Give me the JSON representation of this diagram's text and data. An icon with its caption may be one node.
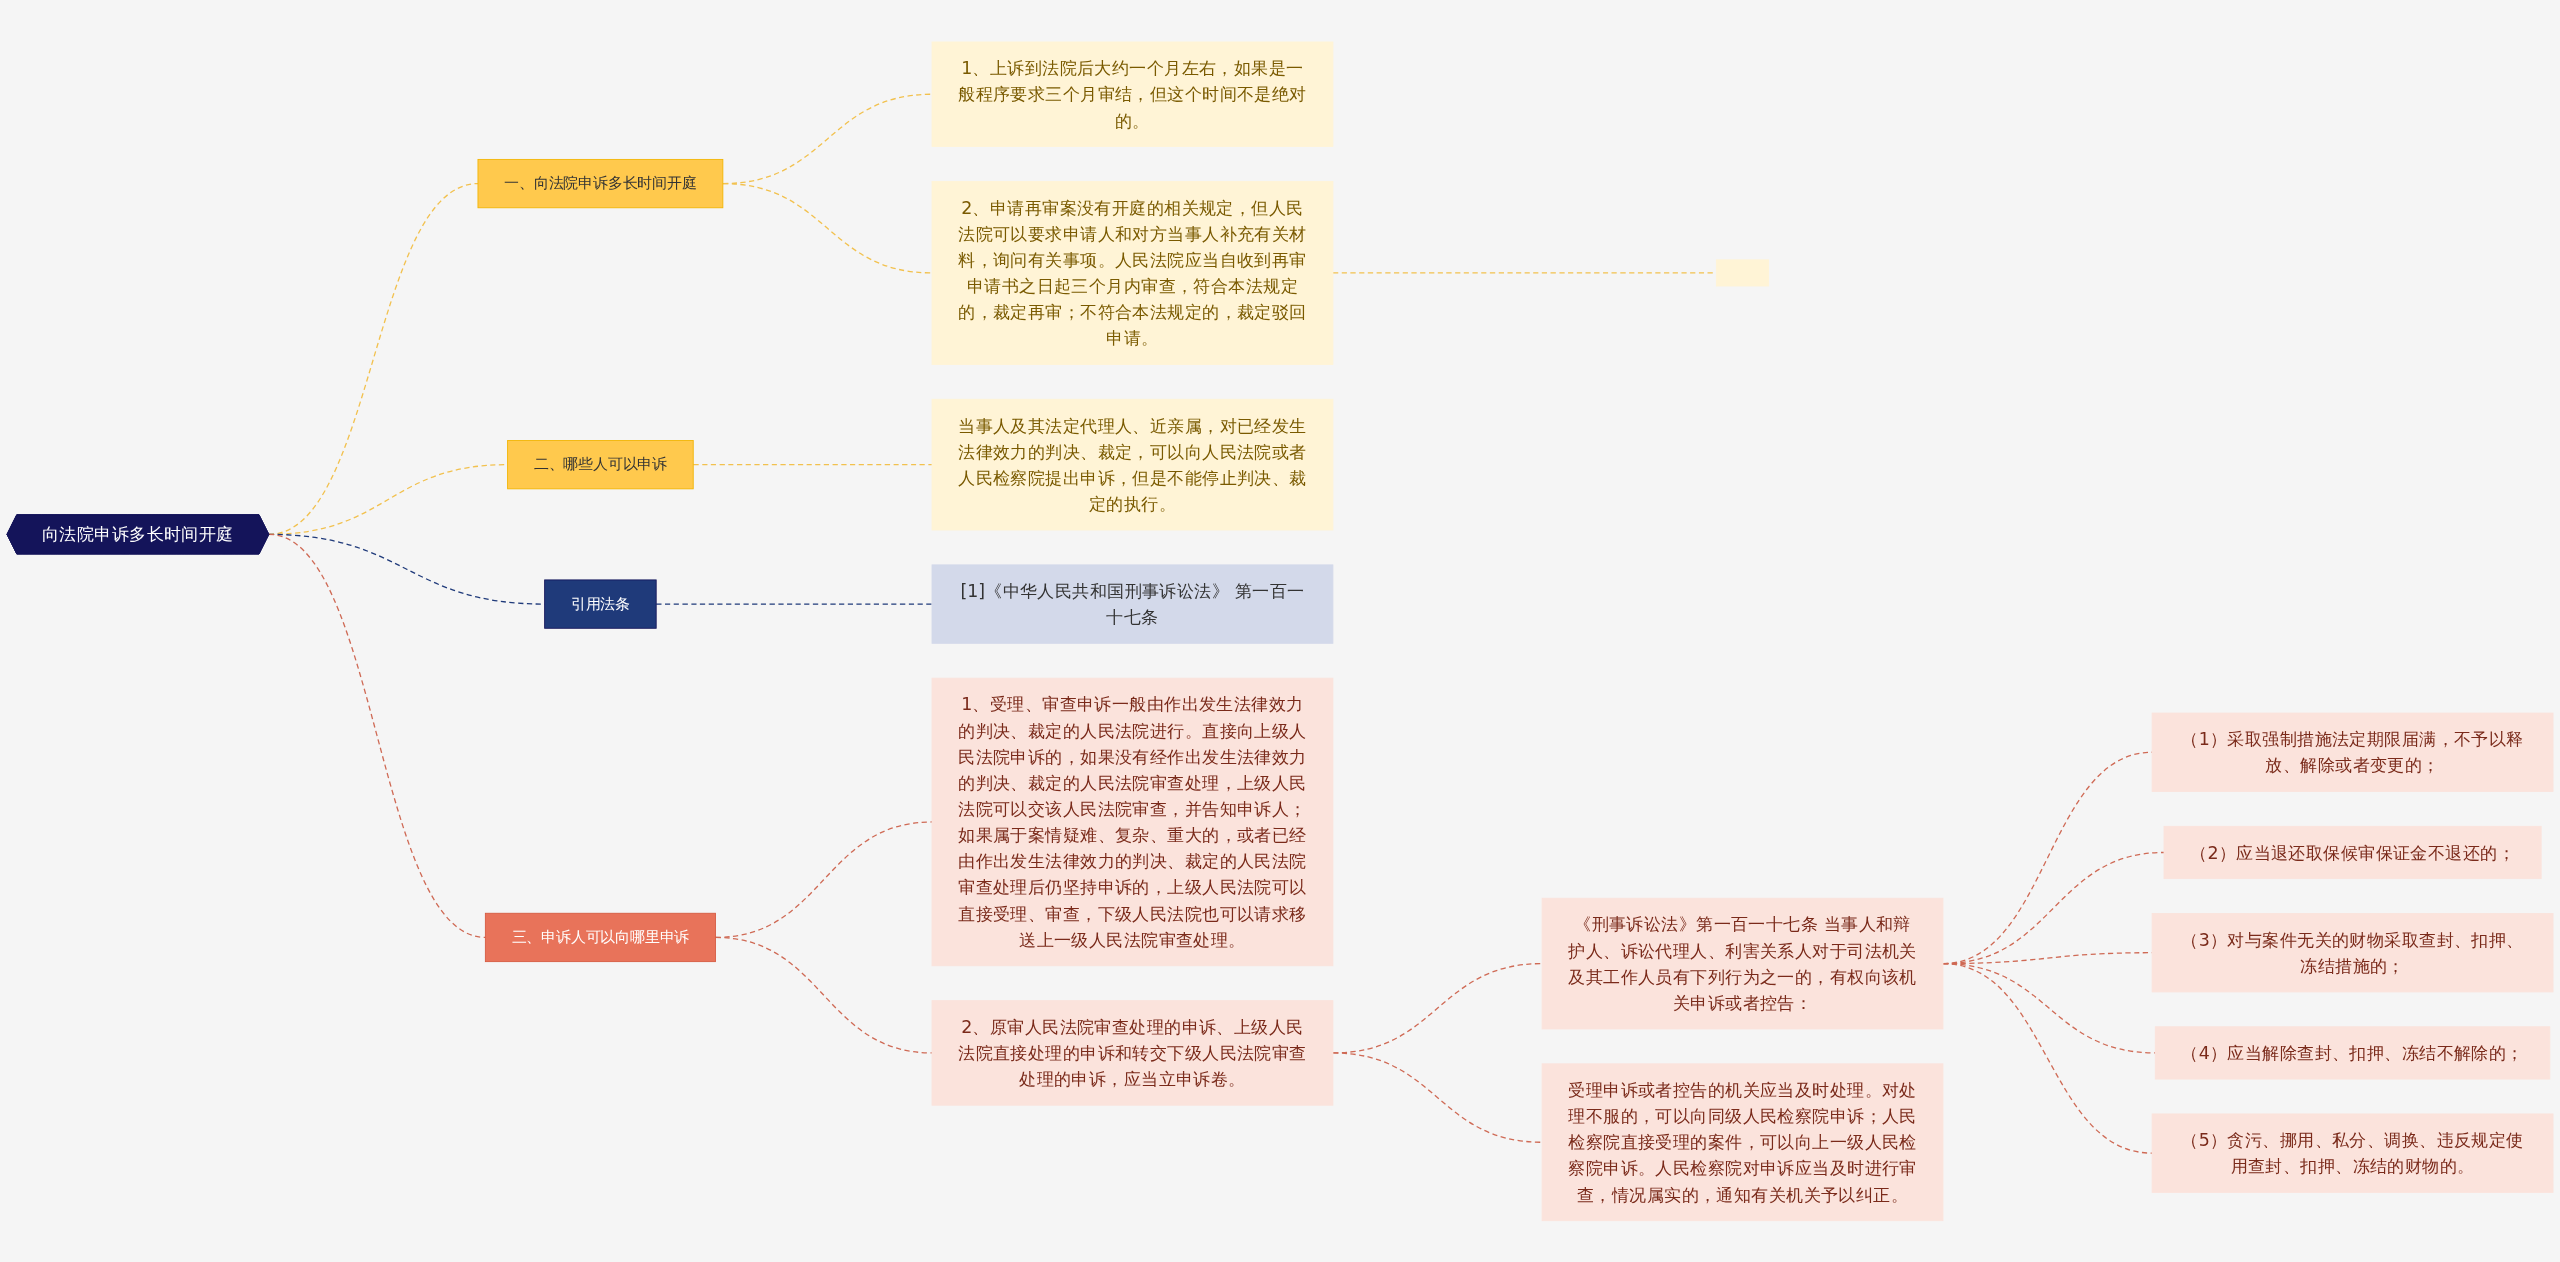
{
  "diagram": {
    "nodes": [
      {
        "text": [
          "向法院申诉多长时间开庭"
        ]
      },
      {
        "text": [
          "一、向法院申诉多长时间开庭"
        ]
      },
      {
        "text": [
          "1、上诉到法院后大约一个月左右，如果是一般程序要求三个月审结，但这个时间不是绝对的。"
        ]
      },
      {
        "text": [
          "2、申请再审案没有开庭的相关规定，但人民法院可以要求申请人和对方当事人补充有关材料，询问有关事项。人民法院应当自收到再审申请书之日起三个月内审查，符合本法规定的，裁定再审；不符合本法规定的，裁定驳回申请。"
        ]
      },
      {
        "text": [],
        "shape": "box"
      },
      {
        "text": [
          "二、哪些人可以申诉"
        ]
      },
      {
        "text": [
          "当事人及其法定代理人、近亲属，对已经发生法律效力的判决、裁定，可以向人民法院或者人民检察院提出申诉，但是不能停止判决、裁定的执行。"
        ]
      },
      {
        "text": [
          "引用法条"
        ]
      },
      {
        "text": [
          "[1]《中华人民共和国刑事诉讼法》 第一百一十七条"
        ]
      },
      {
        "text": [
          "三、申诉人可以向哪里申诉"
        ]
      },
      {
        "text": [
          "1、受理、审查申诉一般由作出发生法律效力的判决、裁定的人民法院进行。直接向上级人民法院申诉的，如果没有经作出发生法律效力的判决、裁定的人民法院审查处理，上级人民法院可以交该人民法院审查，并告知申诉人；如果属于案情疑难、复杂、重大的，或者已经由作出发生法律效力的判决、裁定的人民法院审查处理后仍坚持申诉的，上级人民法院可以直接受理、审查，下级人民法院也可以请求移送上一级人民法院审查处理。"
        ]
      },
      {
        "text": [
          "2、原审人民法院审查处理的申诉、上级人民法院直接处理的申诉和转交下级人民法院审查处理的申诉，应当立申诉卷。"
        ]
      },
      {
        "text": [
          "《刑事诉讼法》第一百一十七条 当事人和辩护人、诉讼代理人、利害关系人对于司法机关及其工作人员有下列行为之一的，有权向该机关申诉或者控告："
        ]
      },
      {
        "text": [
          "（1）采取强制措施法定期限届满，不予以释放、解除或者变更的；"
        ]
      },
      {
        "text": [
          "（2）应当退还取保候审保证金不退还的；"
        ]
      },
      {
        "text": [
          "（3）对与案件无关的财物采取查封、扣押、冻结措施的；"
        ]
      },
      {
        "text": [
          "（4）应当解除查封、扣押、冻结不解除的；"
        ]
      },
      {
        "text": [
          "（5）贪污、挪用、私分、调换、违反规定使用查封、扣押、冻结的财物的。"
        ]
      },
      {
        "text": [
          "受理申诉或者控告的机关应当及时处理。对处理不服的，可以向同级人民检察院申诉；人民检察院直接受理的案件，可以向上一级人民检察院申诉。人民检察院对申诉应当及时进行审查，情况属实的，通知有关机关予以纠正。"
        ]
      }
    ],
    "edges": [
      {
        "from": 0,
        "to": 1,
        "arrow": "none",
        "style": "dashed",
        "color": "#f2c14e"
      },
      {
        "from": 1,
        "to": 2,
        "arrow": "none",
        "style": "dashed",
        "color": "#f2c14e"
      },
      {
        "from": 1,
        "to": 3,
        "arrow": "none",
        "style": "dashed",
        "color": "#f2c14e"
      },
      {
        "from": 3,
        "to": 4,
        "arrow": "none",
        "style": "dashed",
        "color": "#f2c14e"
      },
      {
        "from": 0,
        "to": 5,
        "arrow": "none",
        "style": "dashed",
        "color": "#f2c14e"
      },
      {
        "from": 5,
        "to": 6,
        "arrow": "none",
        "style": "dashed",
        "color": "#f2c14e"
      },
      {
        "from": 0,
        "to": 7,
        "arrow": "none",
        "style": "dashed",
        "color": "#1f3a7a"
      },
      {
        "from": 7,
        "to": 8,
        "arrow": "none",
        "style": "dashed",
        "color": "#1f3a7a"
      },
      {
        "from": 0,
        "to": 9,
        "arrow": "none",
        "style": "dashed"
      },
      {
        "from": 9,
        "to": 10,
        "arrow": "none",
        "style": "dashed"
      },
      {
        "from": 9,
        "to": 11,
        "arrow": "none",
        "style": "dashed"
      },
      {
        "from": 11,
        "to": 12,
        "arrow": "none",
        "style": "dashed"
      },
      {
        "from": 12,
        "to": 13,
        "arrow": "none",
        "style": "dashed"
      },
      {
        "from": 12,
        "to": 14,
        "arrow": "none",
        "style": "dashed"
      },
      {
        "from": 12,
        "to": 15,
        "arrow": "none",
        "style": "dashed"
      },
      {
        "from": 12,
        "to": 16,
        "arrow": "none",
        "style": "dashed"
      },
      {
        "from": 12,
        "to": 17,
        "arrow": "none",
        "style": "dashed"
      },
      {
        "from": 11,
        "to": 18,
        "arrow": "none",
        "style": "dashed"
      }
    ]
  }
}
